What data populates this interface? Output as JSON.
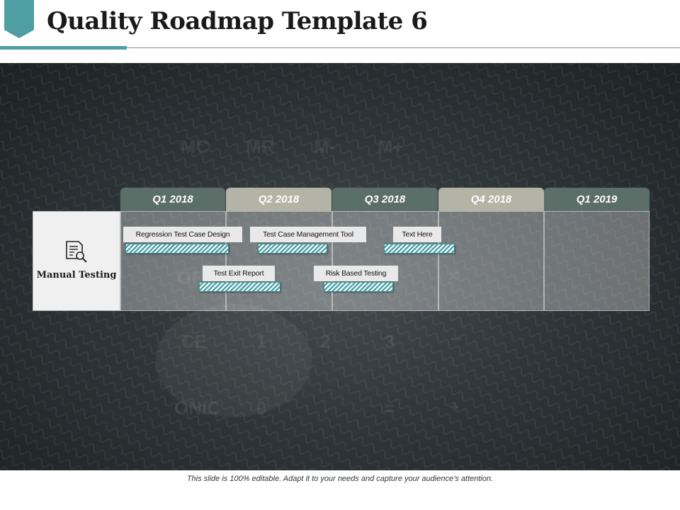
{
  "header": {
    "title": "Quality Roadmap Template 6"
  },
  "background": {
    "calculator_keys": [
      "MC",
      "MR",
      "M-",
      "M+",
      "OFF",
      "CE",
      "1",
      "2",
      "3",
      "−",
      "ON/C",
      "0",
      ".",
      "=",
      "+",
      "×"
    ]
  },
  "roadmap": {
    "quarters": [
      {
        "label": "Q1 2018"
      },
      {
        "label": "Q2 2018"
      },
      {
        "label": "Q3 2018"
      },
      {
        "label": "Q4 2018"
      },
      {
        "label": "Q1 2019"
      }
    ],
    "row": {
      "label": "Manual Testing",
      "icon": "document-search-icon"
    },
    "tasks": [
      {
        "label": "Regression Test Case Design"
      },
      {
        "label": "Test Case Management Tool"
      },
      {
        "label": "Text Here"
      },
      {
        "label": "Test Exit Report"
      },
      {
        "label": "Risk Based Testing"
      }
    ]
  },
  "footer": {
    "note": "This slide is 100% editable. Adapt it to your needs and capture your audience’s attention."
  },
  "colors": {
    "accent": "#4f9ea3",
    "quarter_dark": "#5c6e68",
    "quarter_light": "#b3b4a6",
    "bar_stripe": "#4fa3a8"
  }
}
